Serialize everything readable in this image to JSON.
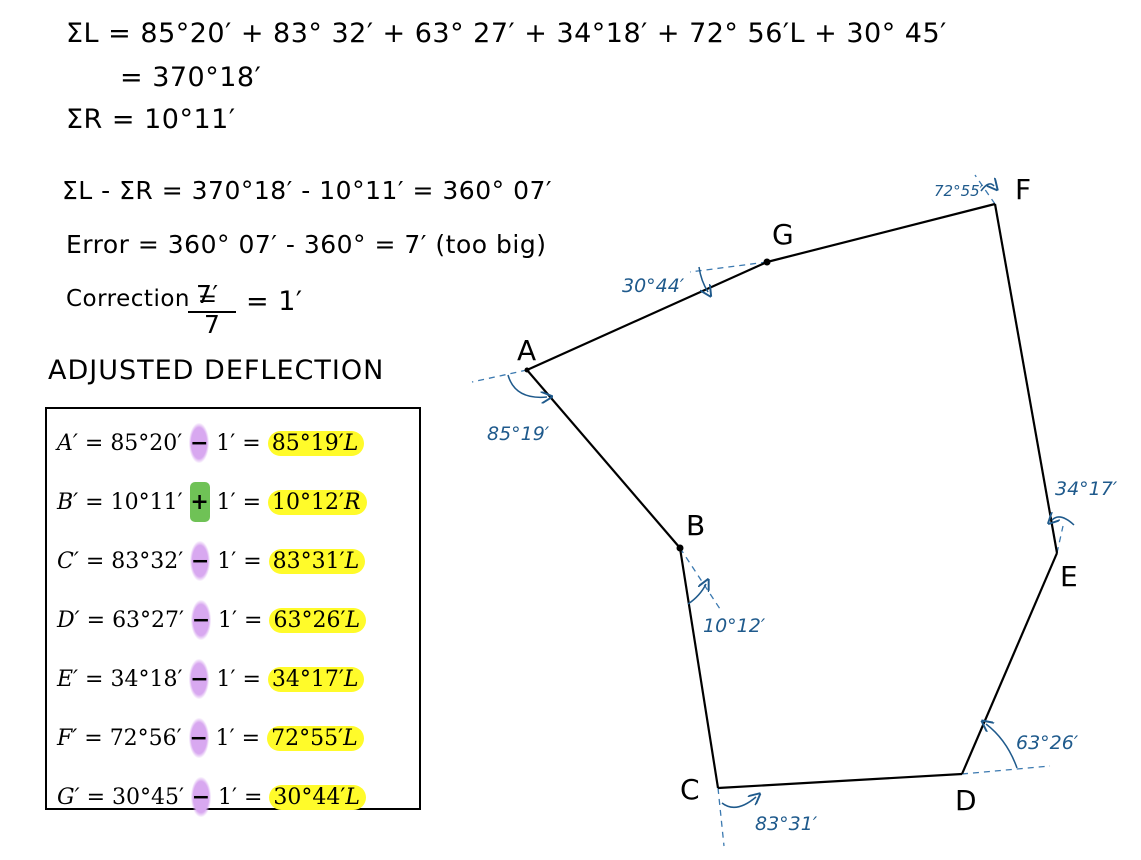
{
  "calc": {
    "sum_l": "ΣL = 85°20′ + 83° 32′ + 63° 27′ + 34°18′ + 72° 56′L + 30° 45′",
    "sum_l_result": "= 370°18′",
    "sum_r": "ΣR = 10°11′",
    "difference": "ΣL - ΣR = 370°18′ - 10°11′ = 360° 07′",
    "error": "Error = 360° 07′ - 360° = 7′ (too big)",
    "correction_label": "Correction =",
    "correction_numerator": "7′",
    "correction_denominator": "7",
    "correction_result": "= 1′"
  },
  "adjusted_title": "ADJUSTED DEFLECTION",
  "adjusted_rows": [
    {
      "point": "A′",
      "original": "85°20′",
      "op": "−",
      "op_type": "minus",
      "correction": "1′",
      "adjusted": "85°19′",
      "dir": "L"
    },
    {
      "point": "B′",
      "original": "10°11′",
      "op": "+",
      "op_type": "plus",
      "correction": "1′",
      "adjusted": "10°12′",
      "dir": "R"
    },
    {
      "point": "C′",
      "original": "83°32′",
      "op": "−",
      "op_type": "minus",
      "correction": "1′",
      "adjusted": "83°31′",
      "dir": "L"
    },
    {
      "point": "D′",
      "original": "63°27′",
      "op": "−",
      "op_type": "minus",
      "correction": "1′",
      "adjusted": "63°26′",
      "dir": "L"
    },
    {
      "point": "E′",
      "original": "34°18′",
      "op": "−",
      "op_type": "minus",
      "correction": "1′",
      "adjusted": "34°17′",
      "dir": "L"
    },
    {
      "point": "F′",
      "original": "72°56′",
      "op": "−",
      "op_type": "minus",
      "correction": "1′",
      "adjusted": "72°55′",
      "dir": "L"
    },
    {
      "point": "G′",
      "original": "30°45′",
      "op": "−",
      "op_type": "minus",
      "correction": "1′",
      "adjusted": "30°44′",
      "dir": "L"
    }
  ],
  "diagram": {
    "vertices": [
      "A",
      "B",
      "C",
      "D",
      "E",
      "F",
      "G"
    ],
    "angle_labels": {
      "A": "85°19′",
      "B": "10°12′",
      "C": "83°31′",
      "D": "63°26′",
      "E": "34°17′",
      "F": "72°55′",
      "G": "30°44′"
    }
  },
  "colors": {
    "highlight_yellow": "#fffb2a",
    "highlight_purple": "#d8a8f0",
    "highlight_green": "#6fc256",
    "annotation_blue": "#1f5a8c"
  }
}
